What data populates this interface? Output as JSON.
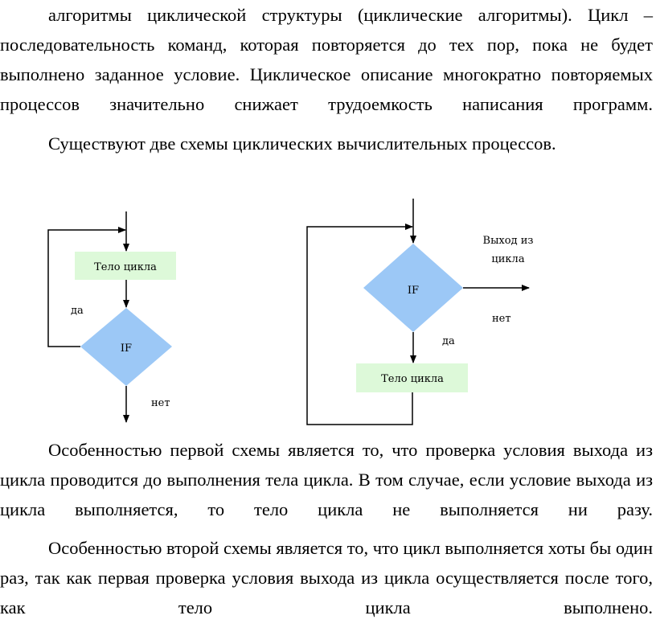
{
  "paragraphs": [
    "алгоритмы циклической структуры (циклические алгоритмы). Цикл – последовательность команд, которая повторяется до тех пор, пока не будет выполнено заданное условие. Циклическое описание многократно повторяемых процессов значительно снижает трудоемкость написания программ.",
    "Существуют две схемы циклических вычислительных процессов.",
    "Особенностью первой схемы является то, что проверка условия выхода из цикла проводится до выполнения тела цикла. В том случае, если условие выхода из цикла выполняется, то тело цикла не выполняется ни разу.",
    "Особенностью второй схемы является то, что цикл выполняется хоты бы один раз, так как первая проверка условия выхода из цикла осуществляется после того, как тело цикла выполнено."
  ],
  "diagram1": {
    "body": "Тело цикла",
    "condition": "IF",
    "yes": "да",
    "no": "нет"
  },
  "diagram2": {
    "body": "Тело цикла",
    "condition": "IF",
    "yes": "да",
    "no": "нет",
    "exit_line1": "Выход из",
    "exit_line2": "цикла"
  },
  "colors": {
    "body_fill": "#ddf9d9",
    "diamond_fill": "#9cc8f6"
  }
}
